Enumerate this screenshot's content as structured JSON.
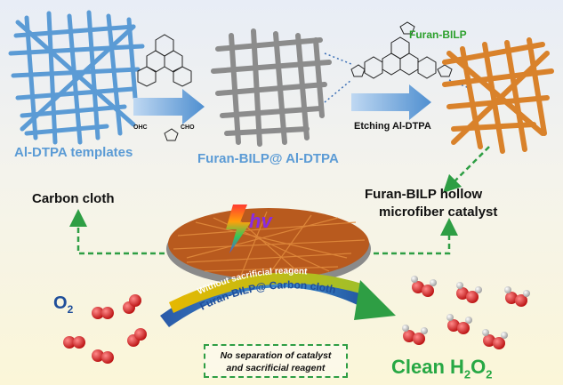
{
  "labels": {
    "templates": "Al-DTPA templates",
    "intermediate": "Furan-BILP@ Al-DTPA",
    "linker_name": "Furan-BILP",
    "etching": "Etching Al-DTPA",
    "carbon_cloth": "Carbon cloth",
    "catalyst_line1": "Furan-BILP hollow",
    "catalyst_line2": "microfiber catalyst",
    "hv": "hv",
    "arc_top": "Without sacrificial reagent",
    "arc_bottom": "Furan-BILP@ Carbon cloth",
    "reactant": "O",
    "reactant_sub": "2",
    "product": "Clean H",
    "product_sub1": "2",
    "product_mid": "O",
    "product_sub2": "2",
    "note_line1": "No separation of catalyst",
    "note_line2": "and sacrificial reagent",
    "chem_cho_left": "OHC",
    "chem_cho_right": "CHO"
  },
  "colors": {
    "template_rods": "#5b9bd5",
    "intermediate_rods": "#8c8c8c",
    "catalyst_rods": "#d9822b",
    "arrow_green": "#2e9e44",
    "o2_red": "#d11f1f",
    "arc_blue": "#1f4e9a",
    "arc_yellow": "#f2c200"
  }
}
